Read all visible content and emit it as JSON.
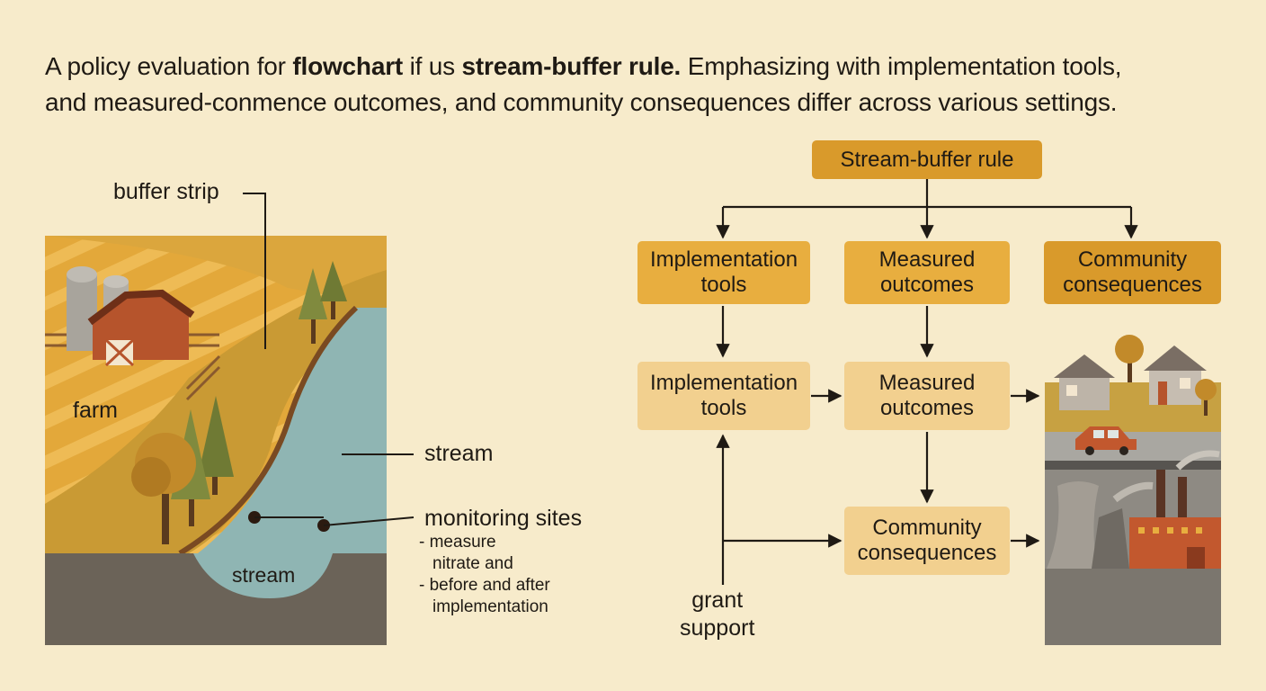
{
  "title": {
    "p1": "A policy evaluation for ",
    "b1": "flowchart",
    "p2": " if us ",
    "b2": "stream-buffer rule.",
    "p3": " Emphasizing with implementation tools,",
    "line2": "and measured-conmence outcomes, and community consequences differ across various settings."
  },
  "illustration": {
    "buffer_strip_label": "buffer strip",
    "farm_label": "farm",
    "stream_label_right": "stream",
    "stream_label_bottom": "stream",
    "monitoring_label": "monitoring sites",
    "monitoring_notes": [
      "- measure",
      "nitrate and",
      "- before and after",
      "implementation"
    ]
  },
  "flowchart": {
    "root": "Stream-buffer rule",
    "level1": {
      "implementation": "Implementation\ntools",
      "measured": "Measured\noutcomes",
      "community": "Community\nconsequences"
    },
    "level2": {
      "implementation": "Implementation\ntools",
      "measured": "Measured\noutcomes"
    },
    "level3": {
      "community": "Community\nconsequences"
    },
    "grant_label": "grant\nsupport"
  },
  "colors": {
    "background": "#f7ebcb",
    "box_dark": "#d99a2b",
    "box_mid": "#e8ae3f",
    "box_light": "#f2d08f",
    "stream": "#8fb5b3",
    "field": "#e3a83a",
    "ground": "#6b6358"
  }
}
